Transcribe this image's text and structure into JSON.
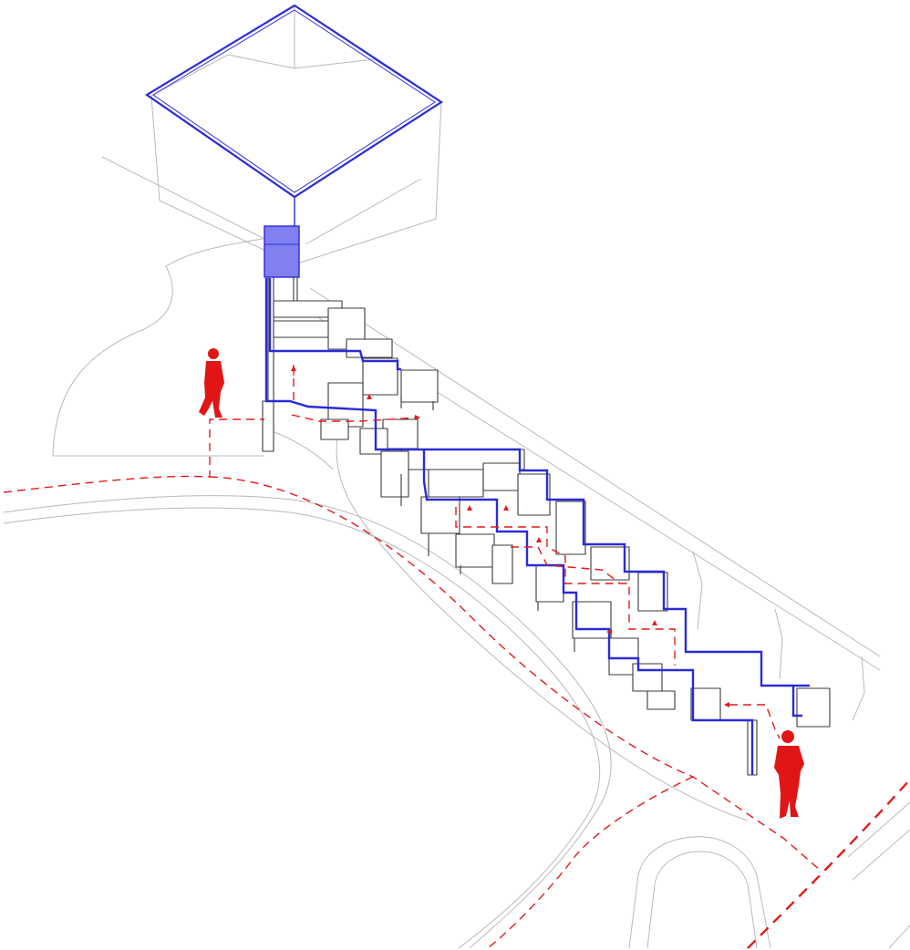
{
  "diagram": {
    "colors": {
      "background": "#ffffff",
      "linework": "#b9b9b9",
      "building": "#3a3a3a",
      "water_pipe": "#2b2bd6",
      "tank_fill": "#8080f0",
      "circulation": "#e61919",
      "figure": "#e01616"
    },
    "elements": [
      "roof-catchment",
      "water-tank",
      "stepped-housing-units",
      "water-distribution-pipe",
      "pedestrian-circulation-path",
      "person-figure-upper",
      "person-figure-lower"
    ]
  }
}
